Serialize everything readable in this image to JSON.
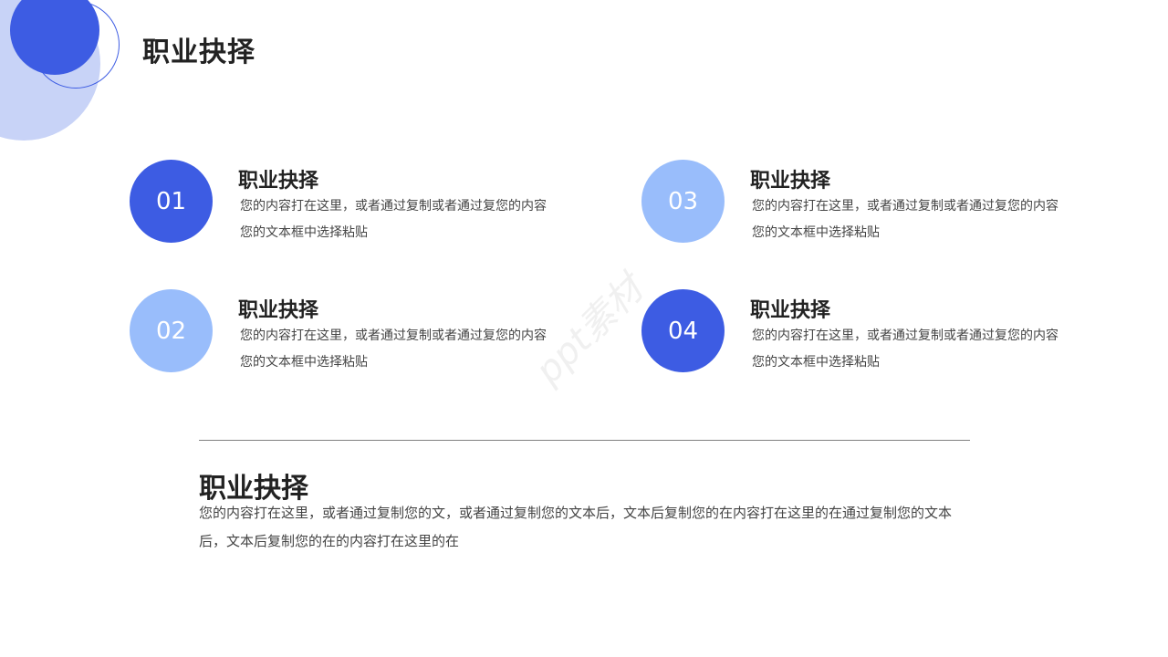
{
  "header": {
    "title": "职业抉择"
  },
  "items": [
    {
      "number": "01",
      "title": "职业抉择",
      "description": "您的内容打在这里，或者通过复制或者通过复您的内容您的文本框中选择粘贴",
      "color": "#3d5ce3"
    },
    {
      "number": "02",
      "title": "职业抉择",
      "description": "您的内容打在这里，或者通过复制或者通过复您的内容您的文本框中选择粘贴",
      "color": "#99bdfb"
    },
    {
      "number": "03",
      "title": "职业抉择",
      "description": "您的内容打在这里，或者通过复制或者通过复您的内容您的文本框中选择粘贴",
      "color": "#99bdfb"
    },
    {
      "number": "04",
      "title": "职业抉择",
      "description": "您的内容打在这里，或者通过复制或者通过复您的内容您的文本框中选择粘贴",
      "color": "#3d5ce3"
    }
  ],
  "summary": {
    "title": "职业抉择",
    "description": "您的内容打在这里，或者通过复制您的文，或者通过复制您的文本后，文本后复制您的在内容打在这里的在通过复制您的文本后，文本后复制您的在的内容打在这里的在"
  },
  "watermark": "ppt素材"
}
